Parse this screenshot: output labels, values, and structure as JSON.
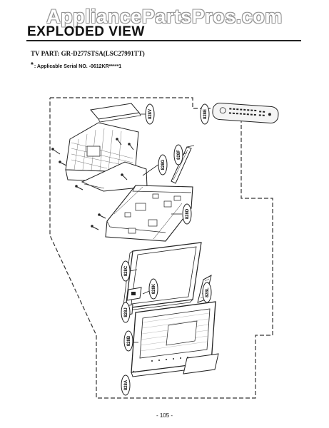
{
  "watermark": "AppliancePartsPros.com",
  "heading": "EXPLODED VIEW",
  "tv_part": "TV PART: GR-D277STSA(LSC27991TT)",
  "serial_star": "*",
  "serial_note": ": Applicable Serial NO. -0612KR*****1",
  "page_number": "- 105 -",
  "callouts": {
    "c828V": "828V",
    "c828E": "828E",
    "c828G": "828G",
    "c828F": "828F",
    "c828D": "828D",
    "c828C": "828C",
    "c828K": "828K",
    "c828L": "828L",
    "c828J": "828J",
    "c828B": "828B",
    "c828A": "828A"
  }
}
